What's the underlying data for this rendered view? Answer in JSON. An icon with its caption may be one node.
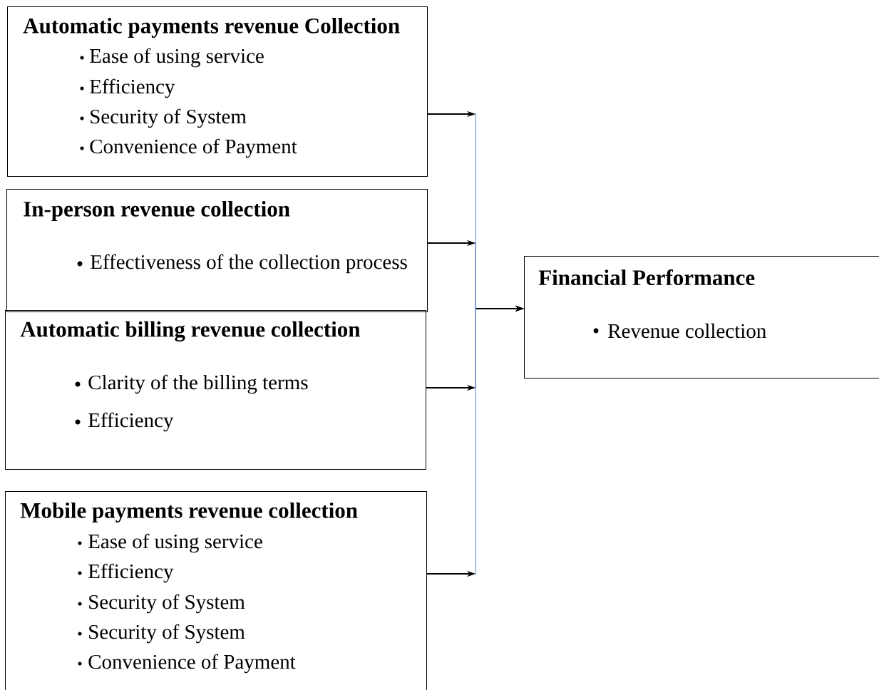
{
  "diagram": {
    "nodes": [
      {
        "text": [
          "Automatic payments revenue Collection",
          "Ease of using service",
          "Efficiency",
          "Security of System",
          "Convenience of Payment"
        ]
      },
      {
        "text": [
          "In-person revenue collection",
          "Effectiveness of the collection process"
        ]
      },
      {
        "text": [
          "Automatic billing revenue collection",
          "Clarity of the billing terms",
          "Efficiency"
        ]
      },
      {
        "text": [
          "Mobile payments revenue collection",
          "Ease of using service",
          "Efficiency",
          "Security of System",
          "Security of System",
          "Convenience of Payment"
        ]
      },
      {
        "text": [
          "Financial Performance",
          "Revenue collection"
        ]
      }
    ],
    "edges": [
      {
        "from": 0,
        "to": 4,
        "arrow": "to"
      },
      {
        "from": 1,
        "to": 4,
        "arrow": "to"
      },
      {
        "from": 2,
        "to": 4,
        "arrow": "to"
      },
      {
        "from": 3,
        "to": 4,
        "arrow": "to"
      }
    ]
  }
}
